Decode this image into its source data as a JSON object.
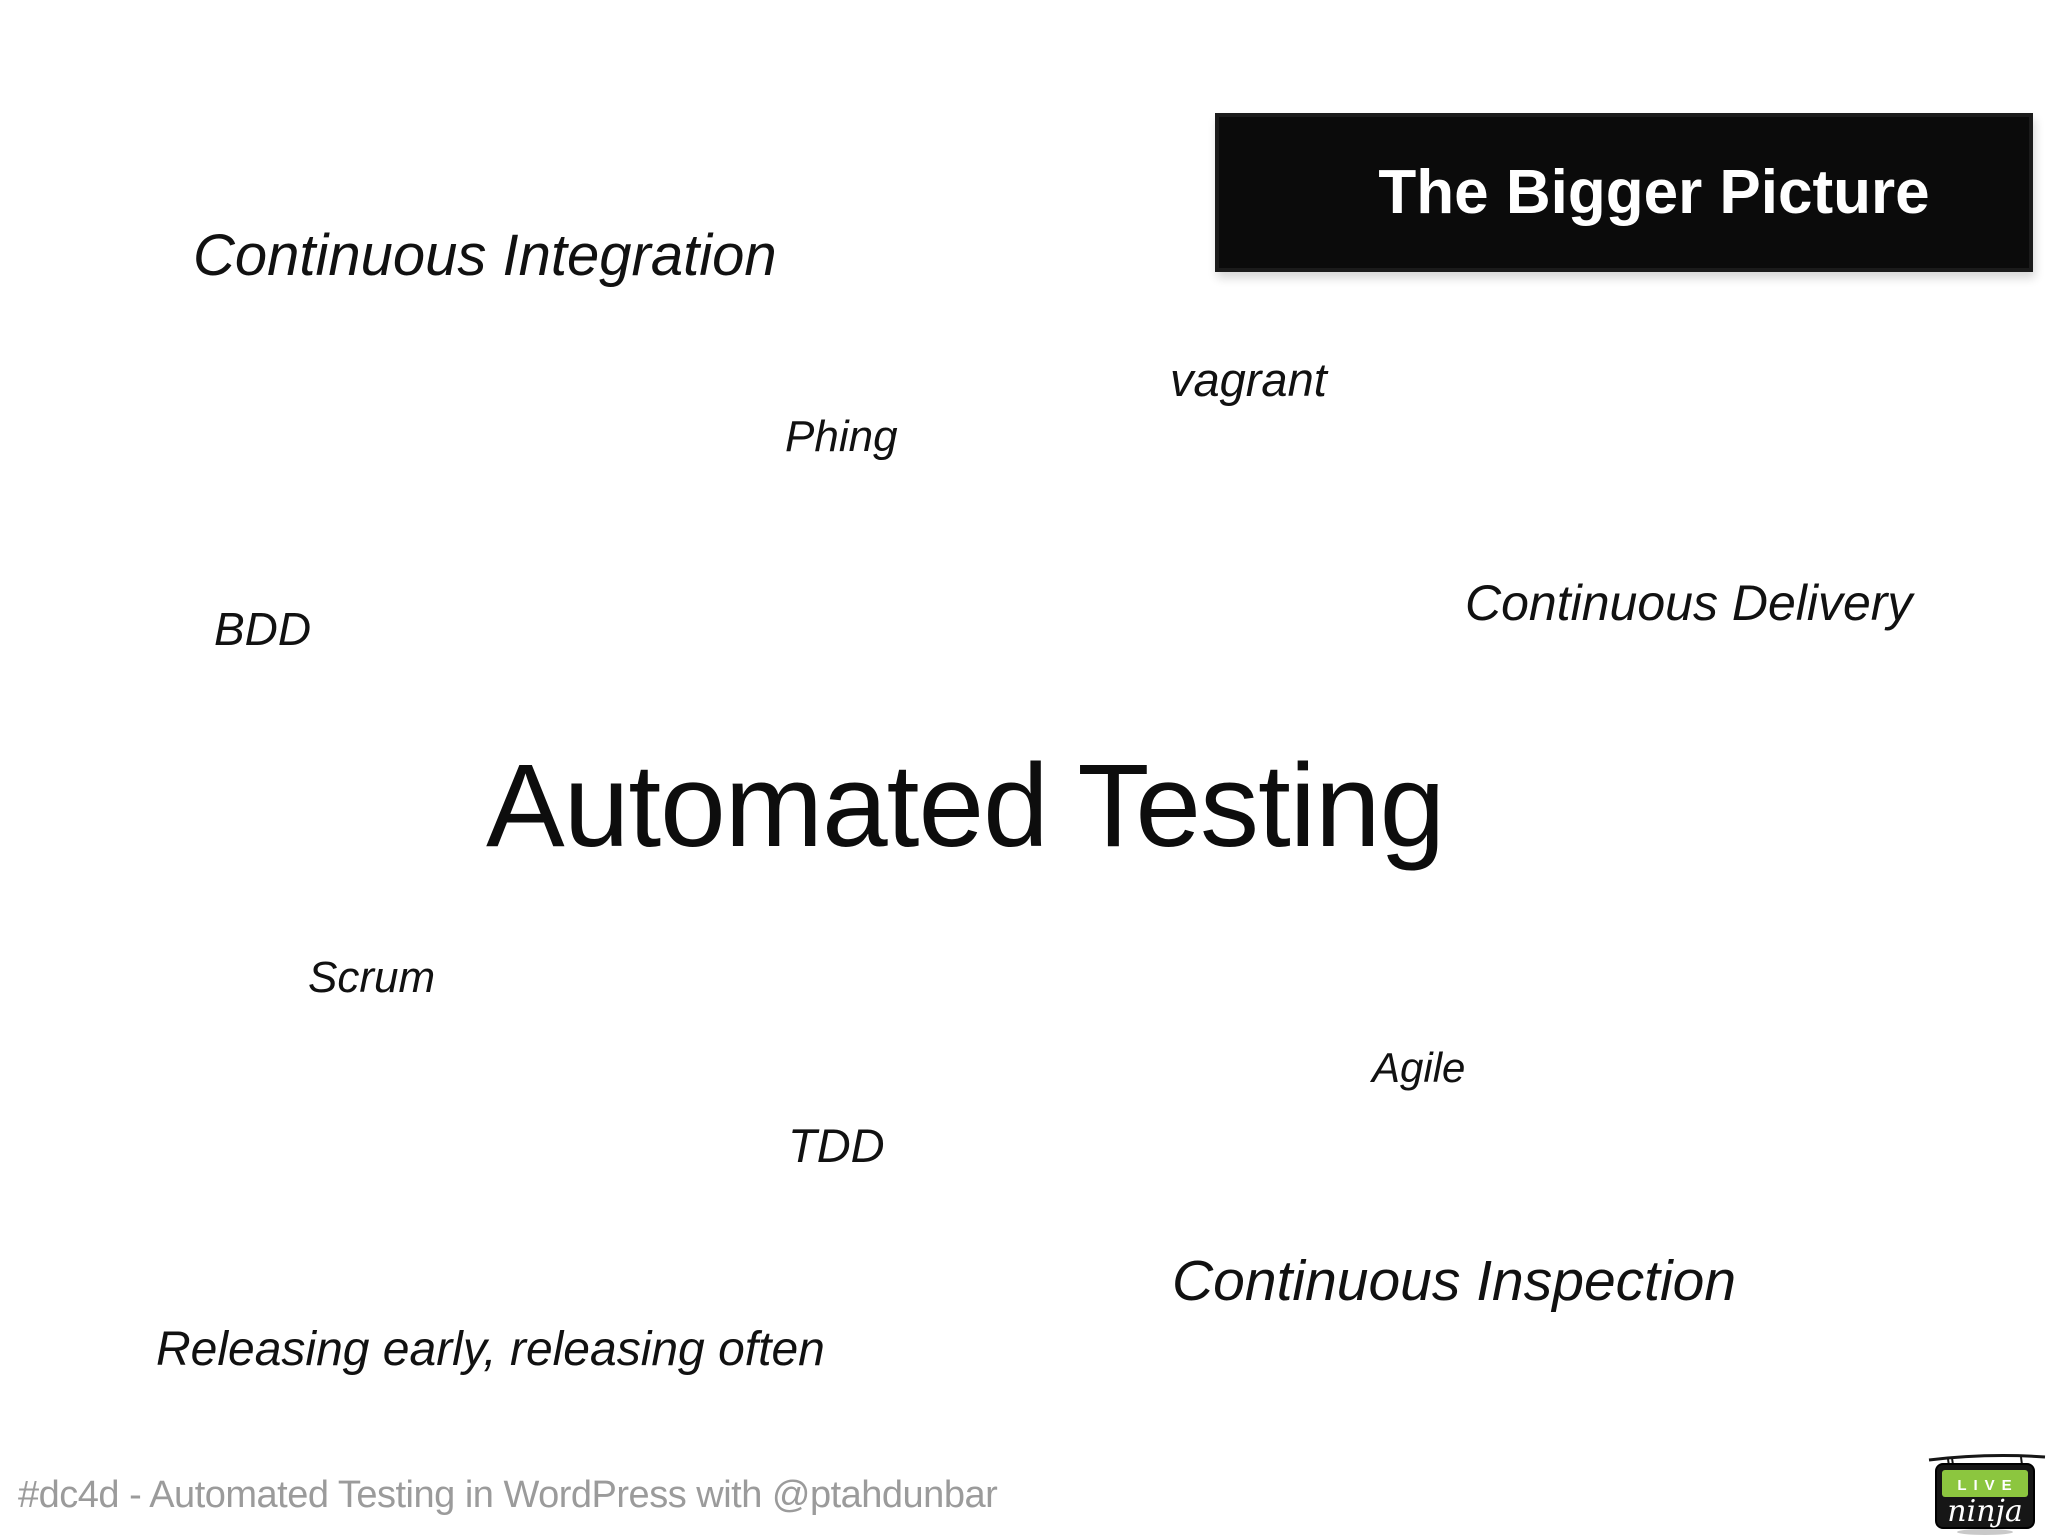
{
  "slide": {
    "title": "The Bigger Picture",
    "center_word": "Automated Testing",
    "words": {
      "continuous_integration": "Continuous Integration",
      "vagrant": "vagrant",
      "phing": "Phing",
      "bdd": "BDD",
      "continuous_delivery": "Continuous Delivery",
      "scrum": "Scrum",
      "agile": "Agile",
      "tdd": "TDD",
      "continuous_inspection": "Continuous Inspection",
      "releasing_early": "Releasing early, releasing often"
    },
    "footer": "#dc4d - Automated Testing in WordPress with @ptahdunbar"
  },
  "logo": {
    "line1": "LIVE",
    "line2": "ninja"
  },
  "colors": {
    "background": "#ffffff",
    "text": "#111111",
    "title_box_bg": "#0b0b0b",
    "title_text": "#ffffff",
    "footer_text": "#9b9b9b",
    "logo_green": "#8cc63f",
    "logo_black": "#161616"
  }
}
